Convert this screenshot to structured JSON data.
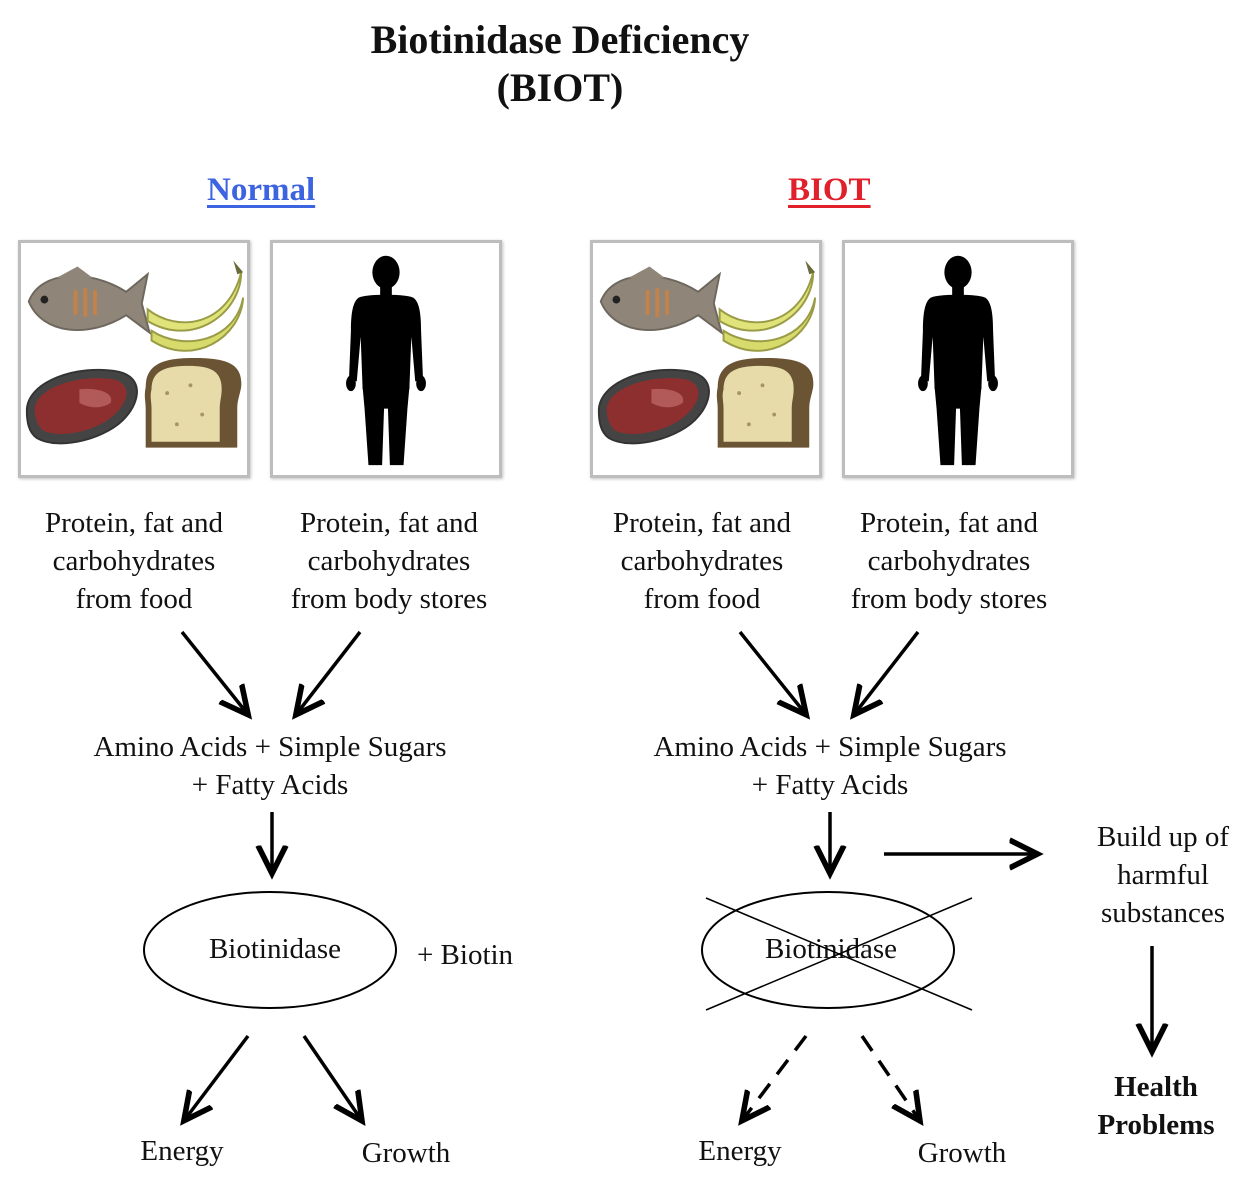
{
  "title": {
    "line1": "Biotinidase Deficiency",
    "line2": "(BIOT)"
  },
  "normal": {
    "heading": "Normal",
    "food_caption": [
      "Protein, fat and",
      "carbohydrates",
      "from food"
    ],
    "body_caption": [
      "Protein, fat and",
      "carbohydrates",
      "from body stores"
    ],
    "nutrients": [
      "Amino Acids + Simple Sugars",
      "+ Fatty Acids"
    ],
    "enzyme": "Biotinidase",
    "cofactor": "+ Biotin",
    "outputs": [
      "Energy",
      "Growth"
    ]
  },
  "biot": {
    "heading": "BIOT",
    "food_caption": [
      "Protein, fat and",
      "carbohydrates",
      "from food"
    ],
    "body_caption": [
      "Protein, fat and",
      "carbohydrates",
      "from body stores"
    ],
    "nutrients": [
      "Amino Acids + Simple Sugars",
      "+ Fatty Acids"
    ],
    "enzyme": "Biotinidase",
    "buildup": [
      "Build up of",
      "harmful",
      "substances"
    ],
    "result": [
      "Health",
      "Problems"
    ],
    "outputs": [
      "Energy",
      "Growth"
    ]
  },
  "colors": {
    "normal_heading": "#3c63e0",
    "biot_heading": "#e0202a",
    "fish": "#8f8679",
    "banana": "#dfe37a",
    "meat": "#8e2f2f",
    "bread_crust": "#6b5434",
    "bread_crumb": "#e7dca9",
    "silhouette": "#000000"
  },
  "icons": [
    "fish-icon",
    "banana-icon",
    "steak-icon",
    "bread-icon",
    "human-silhouette-icon"
  ]
}
